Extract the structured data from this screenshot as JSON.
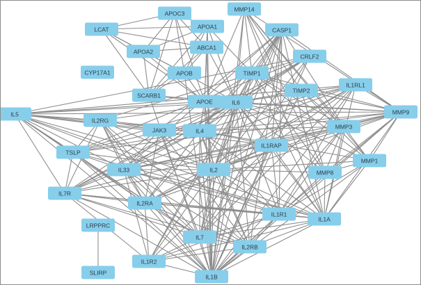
{
  "diagram": {
    "type": "network",
    "colors": {
      "node_fill": "#87ceeb",
      "edge_stroke": "#8c8c8c",
      "label": "#2b3a46",
      "background": "#ffffff"
    },
    "nodes": [
      {
        "id": "MMP14",
        "label": "MMP14"
      },
      {
        "id": "APOC3",
        "label": "APOC3"
      },
      {
        "id": "LCAT",
        "label": "LCAT"
      },
      {
        "id": "APOA1",
        "label": "APOA1"
      },
      {
        "id": "CASP1",
        "label": "CASP1"
      },
      {
        "id": "ABCA1",
        "label": "ABCA1"
      },
      {
        "id": "APOA2",
        "label": "APOA2"
      },
      {
        "id": "CRLF2",
        "label": "CRLF2"
      },
      {
        "id": "CYP17A1",
        "label": "CYP17A1"
      },
      {
        "id": "APOB",
        "label": "APOB"
      },
      {
        "id": "TIMP1",
        "label": "TIMP1"
      },
      {
        "id": "IL1RL1",
        "label": "IL1RL1"
      },
      {
        "id": "TIMP2",
        "label": "TIMP2"
      },
      {
        "id": "SCARB1",
        "label": "SCARB1"
      },
      {
        "id": "APOE",
        "label": "APOE"
      },
      {
        "id": "IL6",
        "label": "IL6"
      },
      {
        "id": "IL5",
        "label": "IL5"
      },
      {
        "id": "MMP9",
        "label": "MMP9"
      },
      {
        "id": "IL2RG",
        "label": "IL2RG"
      },
      {
        "id": "JAK3",
        "label": "JAK3"
      },
      {
        "id": "IL4",
        "label": "IL4"
      },
      {
        "id": "MMP3",
        "label": "MMP3"
      },
      {
        "id": "IL1RAP",
        "label": "IL1RAP"
      },
      {
        "id": "TSLP",
        "label": "TSLP"
      },
      {
        "id": "MMP1",
        "label": "MMP1"
      },
      {
        "id": "IL33",
        "label": "IL33"
      },
      {
        "id": "IL2",
        "label": "IL2"
      },
      {
        "id": "MMP8",
        "label": "MMP8"
      },
      {
        "id": "IL7R",
        "label": "IL7R"
      },
      {
        "id": "IL2RA",
        "label": "IL2RA"
      },
      {
        "id": "IL1R1",
        "label": "IL1R1"
      },
      {
        "id": "IL1A",
        "label": "IL1A"
      },
      {
        "id": "LRPPRC",
        "label": "LRPPRC"
      },
      {
        "id": "IL7",
        "label": "IL7"
      },
      {
        "id": "IL2RB",
        "label": "IL2RB"
      },
      {
        "id": "IL1R2",
        "label": "IL1R2"
      },
      {
        "id": "SLIRP",
        "label": "SLIRP"
      },
      {
        "id": "IL1B",
        "label": "IL1B"
      }
    ],
    "edges": [
      [
        "LRPPRC",
        "SLIRP"
      ],
      [
        "LCAT",
        "APOA1"
      ],
      [
        "LCAT",
        "APOA2"
      ],
      [
        "LCAT",
        "APOB"
      ],
      [
        "LCAT",
        "SCARB1"
      ],
      [
        "LCAT",
        "APOE"
      ],
      [
        "LCAT",
        "ABCA1"
      ],
      [
        "LCAT",
        "APOC3"
      ],
      [
        "APOC3",
        "APOA1"
      ],
      [
        "APOC3",
        "APOA2"
      ],
      [
        "APOC3",
        "APOB"
      ],
      [
        "APOC3",
        "APOE"
      ],
      [
        "APOC3",
        "ABCA1"
      ],
      [
        "APOC3",
        "SCARB1"
      ],
      [
        "APOA1",
        "APOA2"
      ],
      [
        "APOA1",
        "ABCA1"
      ],
      [
        "APOA1",
        "APOB"
      ],
      [
        "APOA1",
        "SCARB1"
      ],
      [
        "APOA1",
        "APOE"
      ],
      [
        "APOA1",
        "IL6"
      ],
      [
        "APOA1",
        "TIMP1"
      ],
      [
        "APOA1",
        "IL1B"
      ],
      [
        "APOA2",
        "ABCA1"
      ],
      [
        "APOA2",
        "APOB"
      ],
      [
        "APOA2",
        "SCARB1"
      ],
      [
        "APOA2",
        "APOE"
      ],
      [
        "ABCA1",
        "APOB"
      ],
      [
        "ABCA1",
        "SCARB1"
      ],
      [
        "ABCA1",
        "APOE"
      ],
      [
        "ABCA1",
        "IL6"
      ],
      [
        "ABCA1",
        "IL1B"
      ],
      [
        "APOB",
        "SCARB1"
      ],
      [
        "APOB",
        "APOE"
      ],
      [
        "APOB",
        "IL6"
      ],
      [
        "SCARB1",
        "APOE"
      ],
      [
        "SCARB1",
        "IL6"
      ],
      [
        "APOE",
        "IL6"
      ],
      [
        "APOE",
        "IL1B"
      ],
      [
        "APOE",
        "TIMP1"
      ],
      [
        "MMP14",
        "TIMP1"
      ],
      [
        "MMP14",
        "TIMP2"
      ],
      [
        "MMP14",
        "MMP9"
      ],
      [
        "MMP14",
        "MMP3"
      ],
      [
        "MMP14",
        "MMP1"
      ],
      [
        "MMP14",
        "MMP8"
      ],
      [
        "MMP14",
        "IL6"
      ],
      [
        "MMP14",
        "IL1B"
      ],
      [
        "MMP14",
        "APOE"
      ],
      [
        "MMP14",
        "IL1A"
      ],
      [
        "CASP1",
        "IL1B"
      ],
      [
        "CASP1",
        "IL6"
      ],
      [
        "CASP1",
        "IL1A"
      ],
      [
        "CASP1",
        "IL1R1"
      ],
      [
        "CASP1",
        "IL1RAP"
      ],
      [
        "CASP1",
        "IL33"
      ],
      [
        "CASP1",
        "IL2"
      ],
      [
        "CASP1",
        "IL4"
      ],
      [
        "CASP1",
        "MMP9"
      ],
      [
        "CASP1",
        "TIMP1"
      ],
      [
        "CASP1",
        "IL7"
      ],
      [
        "CASP1",
        "IL1R2"
      ],
      [
        "CASP1",
        "IL2RB"
      ],
      [
        "CASP1",
        "MMP3"
      ],
      [
        "CASP1",
        "JAK3"
      ],
      [
        "CRLF2",
        "TSLP"
      ],
      [
        "CRLF2",
        "IL7R"
      ],
      [
        "CRLF2",
        "IL6"
      ],
      [
        "CRLF2",
        "IL4"
      ],
      [
        "CRLF2",
        "IL2RG"
      ],
      [
        "CRLF2",
        "IL33"
      ],
      [
        "CRLF2",
        "IL5"
      ],
      [
        "CRLF2",
        "IL2"
      ],
      [
        "CRLF2",
        "IL7"
      ],
      [
        "CRLF2",
        "IL1B"
      ],
      [
        "TIMP1",
        "TIMP2"
      ],
      [
        "TIMP1",
        "MMP9"
      ],
      [
        "TIMP1",
        "MMP3"
      ],
      [
        "TIMP1",
        "MMP1"
      ],
      [
        "TIMP1",
        "MMP8"
      ],
      [
        "TIMP1",
        "IL6"
      ],
      [
        "TIMP1",
        "IL1B"
      ],
      [
        "TIMP1",
        "IL1A"
      ],
      [
        "TIMP1",
        "IL4"
      ],
      [
        "TIMP1",
        "IL2"
      ],
      [
        "TIMP2",
        "MMP9"
      ],
      [
        "TIMP2",
        "MMP3"
      ],
      [
        "TIMP2",
        "MMP1"
      ],
      [
        "TIMP2",
        "MMP8"
      ],
      [
        "TIMP2",
        "IL6"
      ],
      [
        "TIMP2",
        "IL1B"
      ],
      [
        "IL1RL1",
        "IL33"
      ],
      [
        "IL1RL1",
        "IL1RAP"
      ],
      [
        "IL1RL1",
        "IL6"
      ],
      [
        "IL1RL1",
        "IL5"
      ],
      [
        "IL1RL1",
        "IL4"
      ],
      [
        "IL1RL1",
        "IL1B"
      ],
      [
        "IL1RL1",
        "IL2"
      ],
      [
        "IL1RL1",
        "IL1R1"
      ],
      [
        "IL1RL1",
        "IL1A"
      ],
      [
        "IL1RL1",
        "MMP9"
      ],
      [
        "IL1RL1",
        "TSLP"
      ],
      [
        "IL1RL1",
        "IL2RA"
      ],
      [
        "IL1RL1",
        "IL7"
      ],
      [
        "MMP9",
        "MMP3"
      ],
      [
        "MMP9",
        "MMP1"
      ],
      [
        "MMP9",
        "MMP8"
      ],
      [
        "MMP9",
        "IL6"
      ],
      [
        "MMP9",
        "IL1B"
      ],
      [
        "MMP9",
        "IL1A"
      ],
      [
        "MMP9",
        "IL4"
      ],
      [
        "MMP9",
        "IL2"
      ],
      [
        "MMP9",
        "IL5"
      ],
      [
        "MMP9",
        "IL33"
      ],
      [
        "MMP9",
        "IL1R1"
      ],
      [
        "MMP9",
        "TIMP2"
      ],
      [
        "MMP9",
        "IL1RAP"
      ],
      [
        "MMP9",
        "APOE"
      ],
      [
        "MMP9",
        "IL7R"
      ],
      [
        "MMP9",
        "TSLP"
      ],
      [
        "MMP9",
        "IL2RA"
      ],
      [
        "IL5",
        "IL6"
      ],
      [
        "IL5",
        "IL4"
      ],
      [
        "IL5",
        "IL2"
      ],
      [
        "IL5",
        "IL2RG"
      ],
      [
        "IL5",
        "JAK3"
      ],
      [
        "IL5",
        "IL33"
      ],
      [
        "IL5",
        "TSLP"
      ],
      [
        "IL5",
        "IL2RA"
      ],
      [
        "IL5",
        "IL1B"
      ],
      [
        "IL5",
        "IL7R"
      ],
      [
        "IL5",
        "IL1R1"
      ],
      [
        "IL5",
        "IL1A"
      ],
      [
        "IL5",
        "APOE"
      ],
      [
        "IL5",
        "IL1RAP"
      ],
      [
        "IL5",
        "IL7"
      ],
      [
        "IL2RG",
        "JAK3"
      ],
      [
        "IL2RG",
        "IL4"
      ],
      [
        "IL2RG",
        "IL2"
      ],
      [
        "IL2RG",
        "IL7R"
      ],
      [
        "IL2RG",
        "IL2RA"
      ],
      [
        "IL2RG",
        "IL2RB"
      ],
      [
        "IL2RG",
        "IL7"
      ],
      [
        "IL2RG",
        "TSLP"
      ],
      [
        "IL2RG",
        "IL6"
      ],
      [
        "IL2RG",
        "IL33"
      ],
      [
        "IL2RG",
        "IL1B"
      ],
      [
        "JAK3",
        "IL4"
      ],
      [
        "JAK3",
        "IL2"
      ],
      [
        "JAK3",
        "IL7R"
      ],
      [
        "JAK3",
        "IL2RA"
      ],
      [
        "JAK3",
        "IL2RB"
      ],
      [
        "JAK3",
        "IL7"
      ],
      [
        "JAK3",
        "IL6"
      ],
      [
        "JAK3",
        "IL33"
      ],
      [
        "IL4",
        "IL6"
      ],
      [
        "IL4",
        "IL2"
      ],
      [
        "IL4",
        "IL33"
      ],
      [
        "IL4",
        "IL1B"
      ],
      [
        "IL4",
        "IL1R1"
      ],
      [
        "IL4",
        "IL1A"
      ],
      [
        "IL4",
        "IL2RA"
      ],
      [
        "IL4",
        "IL1RAP"
      ],
      [
        "IL4",
        "TSLP"
      ],
      [
        "IL4",
        "IL7R"
      ],
      [
        "IL4",
        "IL7"
      ],
      [
        "IL4",
        "MMP3"
      ],
      [
        "IL4",
        "MMP1"
      ],
      [
        "IL4",
        "IL2RB"
      ],
      [
        "IL6",
        "IL1B"
      ],
      [
        "IL6",
        "IL2"
      ],
      [
        "IL6",
        "IL1A"
      ],
      [
        "IL6",
        "IL33"
      ],
      [
        "IL6",
        "IL1R1"
      ],
      [
        "IL6",
        "IL1RAP"
      ],
      [
        "IL6",
        "MMP3"
      ],
      [
        "IL6",
        "MMP1"
      ],
      [
        "IL6",
        "MMP8"
      ],
      [
        "IL6",
        "IL7"
      ],
      [
        "IL6",
        "IL2RA"
      ],
      [
        "IL6",
        "TSLP"
      ],
      [
        "IL6",
        "IL7R"
      ],
      [
        "IL6",
        "IL1R2"
      ],
      [
        "IL6",
        "IL2RB"
      ],
      [
        "IL6",
        "IL1RL1"
      ],
      [
        "IL1RAP",
        "IL1R1"
      ],
      [
        "IL1RAP",
        "IL1B"
      ],
      [
        "IL1RAP",
        "IL1A"
      ],
      [
        "IL1RAP",
        "IL33"
      ],
      [
        "IL1RAP",
        "IL1R2"
      ],
      [
        "IL1RAP",
        "IL2"
      ],
      [
        "IL1RAP",
        "MMP3"
      ],
      [
        "IL1RAP",
        "IL7"
      ],
      [
        "IL1RAP",
        "IL2RA"
      ],
      [
        "MMP3",
        "MMP1"
      ],
      [
        "MMP3",
        "MMP8"
      ],
      [
        "MMP3",
        "IL1B"
      ],
      [
        "MMP3",
        "IL1A"
      ],
      [
        "MMP3",
        "IL2"
      ],
      [
        "MMP3",
        "IL1R1"
      ],
      [
        "MMP3",
        "IL33"
      ],
      [
        "MMP1",
        "MMP8"
      ],
      [
        "MMP1",
        "IL1B"
      ],
      [
        "MMP1",
        "IL1A"
      ],
      [
        "MMP1",
        "IL2"
      ],
      [
        "MMP1",
        "IL1R1"
      ],
      [
        "MMP8",
        "IL1B"
      ],
      [
        "MMP8",
        "IL1A"
      ],
      [
        "MMP8",
        "IL2"
      ],
      [
        "TSLP",
        "IL7R"
      ],
      [
        "TSLP",
        "IL33"
      ],
      [
        "TSLP",
        "IL2"
      ],
      [
        "TSLP",
        "IL1B"
      ],
      [
        "TSLP",
        "IL2RA"
      ],
      [
        "TSLP",
        "IL7"
      ],
      [
        "TSLP",
        "IL1A"
      ],
      [
        "IL33",
        "IL2"
      ],
      [
        "IL33",
        "IL1B"
      ],
      [
        "IL33",
        "IL1A"
      ],
      [
        "IL33",
        "IL1R1"
      ],
      [
        "IL33",
        "IL7R"
      ],
      [
        "IL33",
        "IL2RA"
      ],
      [
        "IL33",
        "IL7"
      ],
      [
        "IL33",
        "IL2RB"
      ],
      [
        "IL33",
        "IL1R2"
      ],
      [
        "IL2",
        "IL2RA"
      ],
      [
        "IL2",
        "IL2RB"
      ],
      [
        "IL2",
        "IL7"
      ],
      [
        "IL2",
        "IL1B"
      ],
      [
        "IL2",
        "IL1A"
      ],
      [
        "IL2",
        "IL7R"
      ],
      [
        "IL2",
        "IL1R1"
      ],
      [
        "IL2",
        "IL1R2"
      ],
      [
        "IL7R",
        "IL7"
      ],
      [
        "IL7R",
        "IL2RA"
      ],
      [
        "IL7R",
        "IL1B"
      ],
      [
        "IL7R",
        "IL2RB"
      ],
      [
        "IL7R",
        "IL1R2"
      ],
      [
        "IL7R",
        "IL1A"
      ],
      [
        "IL7R",
        "IL1R1"
      ],
      [
        "IL2RA",
        "IL2RB"
      ],
      [
        "IL2RA",
        "IL7"
      ],
      [
        "IL2RA",
        "IL1B"
      ],
      [
        "IL2RA",
        "IL1A"
      ],
      [
        "IL2RA",
        "IL1R1"
      ],
      [
        "IL2RA",
        "IL1R2"
      ],
      [
        "IL1R1",
        "IL1B"
      ],
      [
        "IL1R1",
        "IL1A"
      ],
      [
        "IL1R1",
        "IL1R2"
      ],
      [
        "IL1R1",
        "IL7"
      ],
      [
        "IL1R1",
        "IL2RB"
      ],
      [
        "IL1A",
        "IL1B"
      ],
      [
        "IL1A",
        "IL1R2"
      ],
      [
        "IL1A",
        "IL7"
      ],
      [
        "IL1A",
        "IL2RB"
      ],
      [
        "IL7",
        "IL2RB"
      ],
      [
        "IL7",
        "IL1B"
      ],
      [
        "IL7",
        "IL1R2"
      ],
      [
        "IL2RB",
        "IL1B"
      ],
      [
        "IL2RB",
        "IL1R2"
      ],
      [
        "IL1R2",
        "IL1B"
      ],
      [
        "APOE",
        "IL4"
      ],
      [
        "APOE",
        "IL2"
      ],
      [
        "SCARB1",
        "IL1B"
      ],
      [
        "APOB",
        "IL1B"
      ]
    ]
  }
}
